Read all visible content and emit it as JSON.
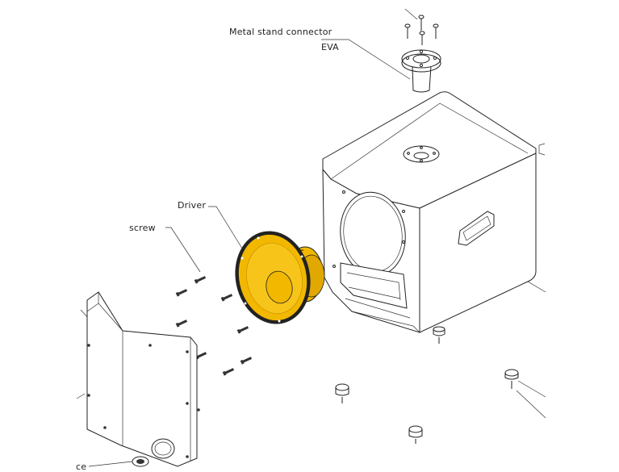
{
  "labels": {
    "metal_stand_connector": "Metal stand connector",
    "eva": "EVA",
    "driver": "Driver",
    "screw": "screw",
    "cut_off": "ce"
  },
  "colors": {
    "driver_cone": "#f2b800",
    "driver_dark": "#c48a00",
    "line": "#222222",
    "background": "#ffffff"
  }
}
